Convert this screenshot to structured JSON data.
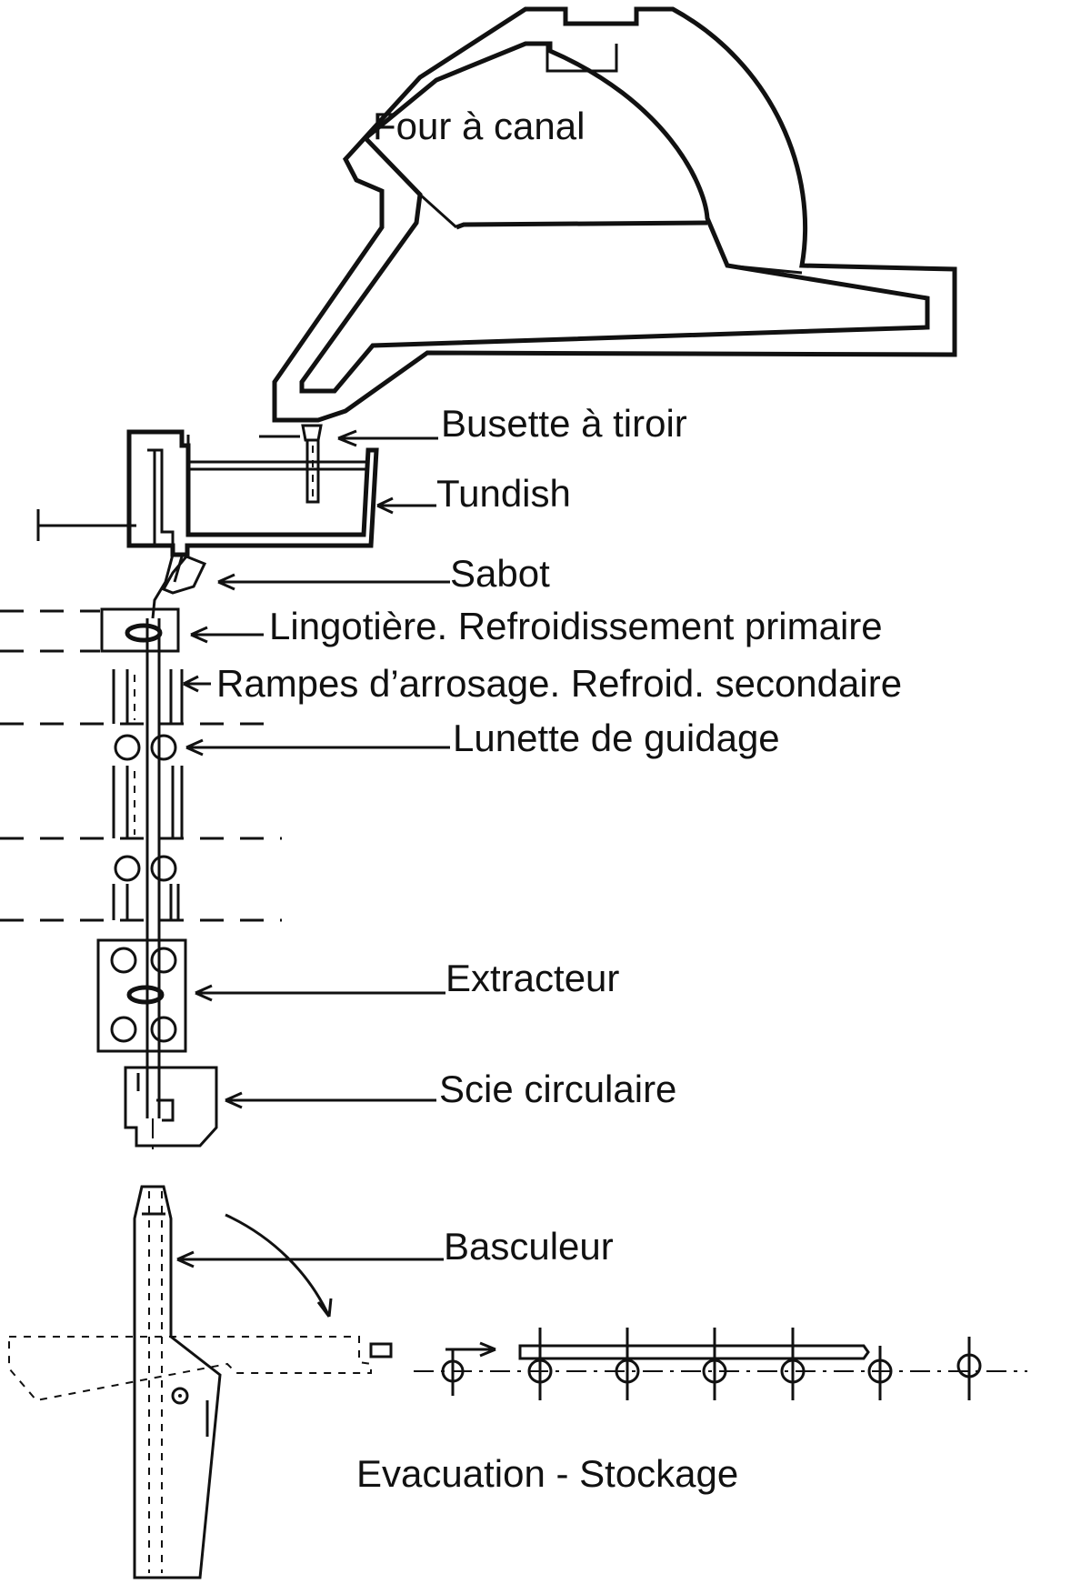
{
  "labels": {
    "four_a_canal": "Four à canal",
    "busette": "Busette à tiroir",
    "tundish": "Tundish",
    "sabot": "Sabot",
    "lingotiere": "Lingotière. Refroidissement primaire",
    "rampes": "Rampes d’arrosage. Refroid. secondaire",
    "lunette": "Lunette de guidage",
    "extracteur": "Extracteur",
    "scie": "Scie circulaire",
    "basculeur": "Basculeur",
    "evacuation": "Evacuation - Stockage"
  },
  "colors": {
    "ink": "#111111",
    "paper": "#ffffff"
  }
}
